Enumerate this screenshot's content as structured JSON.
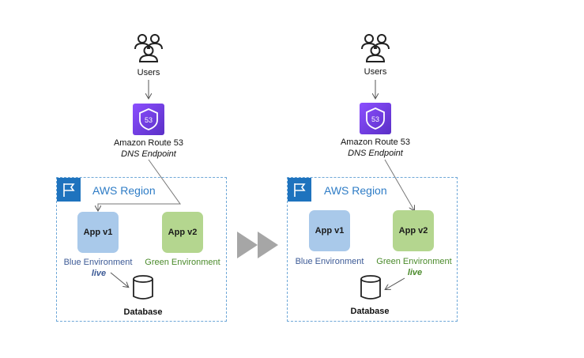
{
  "panels": [
    {
      "users_label": "Users",
      "route53_title": "Amazon Route 53",
      "route53_subtitle": "DNS Endpoint",
      "route53_badge": "53",
      "region_label": "AWS Region",
      "app_v1_label": "App v1",
      "app_v2_label": "App v2",
      "blue_env_label": "Blue Environment",
      "green_env_label": "Green Environment",
      "live_label": "live",
      "database_label": "Database",
      "live_environment": "blue"
    },
    {
      "users_label": "Users",
      "route53_title": "Amazon Route 53",
      "route53_subtitle": "DNS Endpoint",
      "route53_badge": "53",
      "region_label": "AWS Region",
      "app_v1_label": "App v1",
      "app_v2_label": "App v2",
      "blue_env_label": "Blue Environment",
      "green_env_label": "Green Environment",
      "live_label": "live",
      "database_label": "Database",
      "live_environment": "green"
    }
  ],
  "colors": {
    "region_border": "#6fa8d8",
    "region_flag": "#1e73be",
    "region_text": "#2e7cc6",
    "blue_app": "#a9c9ea",
    "green_app": "#b4d68f",
    "blue_text": "#3c5a96",
    "green_text": "#4a8a2a",
    "route53_purple": "#7b3fe4",
    "transition_arrow": "#a6a6a6"
  },
  "icons": [
    "users-icon",
    "route53-icon",
    "region-flag-icon",
    "database-icon",
    "fast-forward-arrow-icon"
  ]
}
